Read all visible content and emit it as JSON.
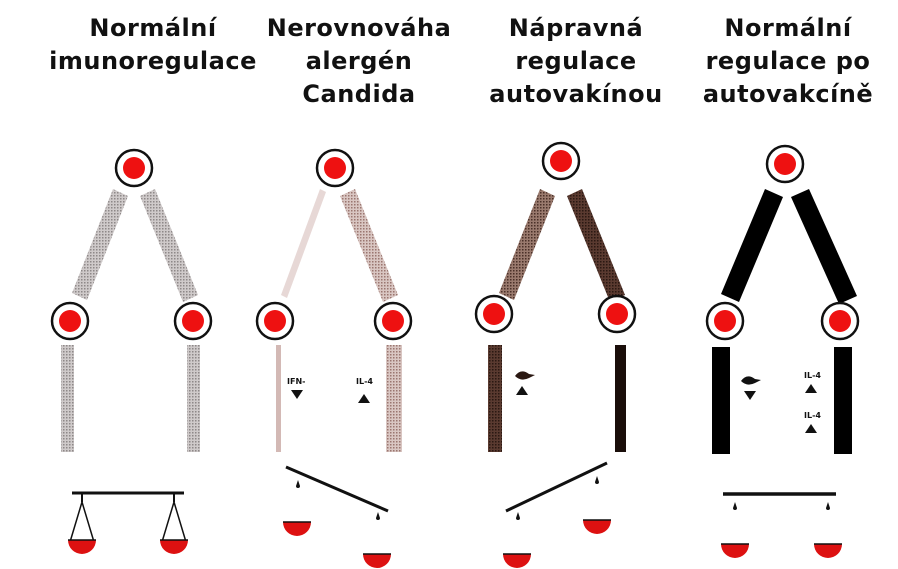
{
  "panels": [
    {
      "title_lines": [
        "Normální",
        "imunoregulace"
      ]
    },
    {
      "title_lines": [
        "Nerovnováha",
        "alergén",
        "Candida"
      ]
    },
    {
      "title_lines": [
        "Nápravná",
        "regulace",
        "autovakínou"
      ]
    },
    {
      "title_lines": [
        "Normální",
        "regulace po",
        "autovakcíně"
      ]
    }
  ],
  "labels": {
    "ifn": "IFN-",
    "il4": "IL-4"
  },
  "colors": {
    "cell_fill": "#ee1111",
    "bowl_fill": "#dd1111",
    "bar_gray": "#a8a4a4",
    "bar_pink": "#b08c86",
    "bar_brown": "#4a3028",
    "bar_black": "#000000"
  }
}
